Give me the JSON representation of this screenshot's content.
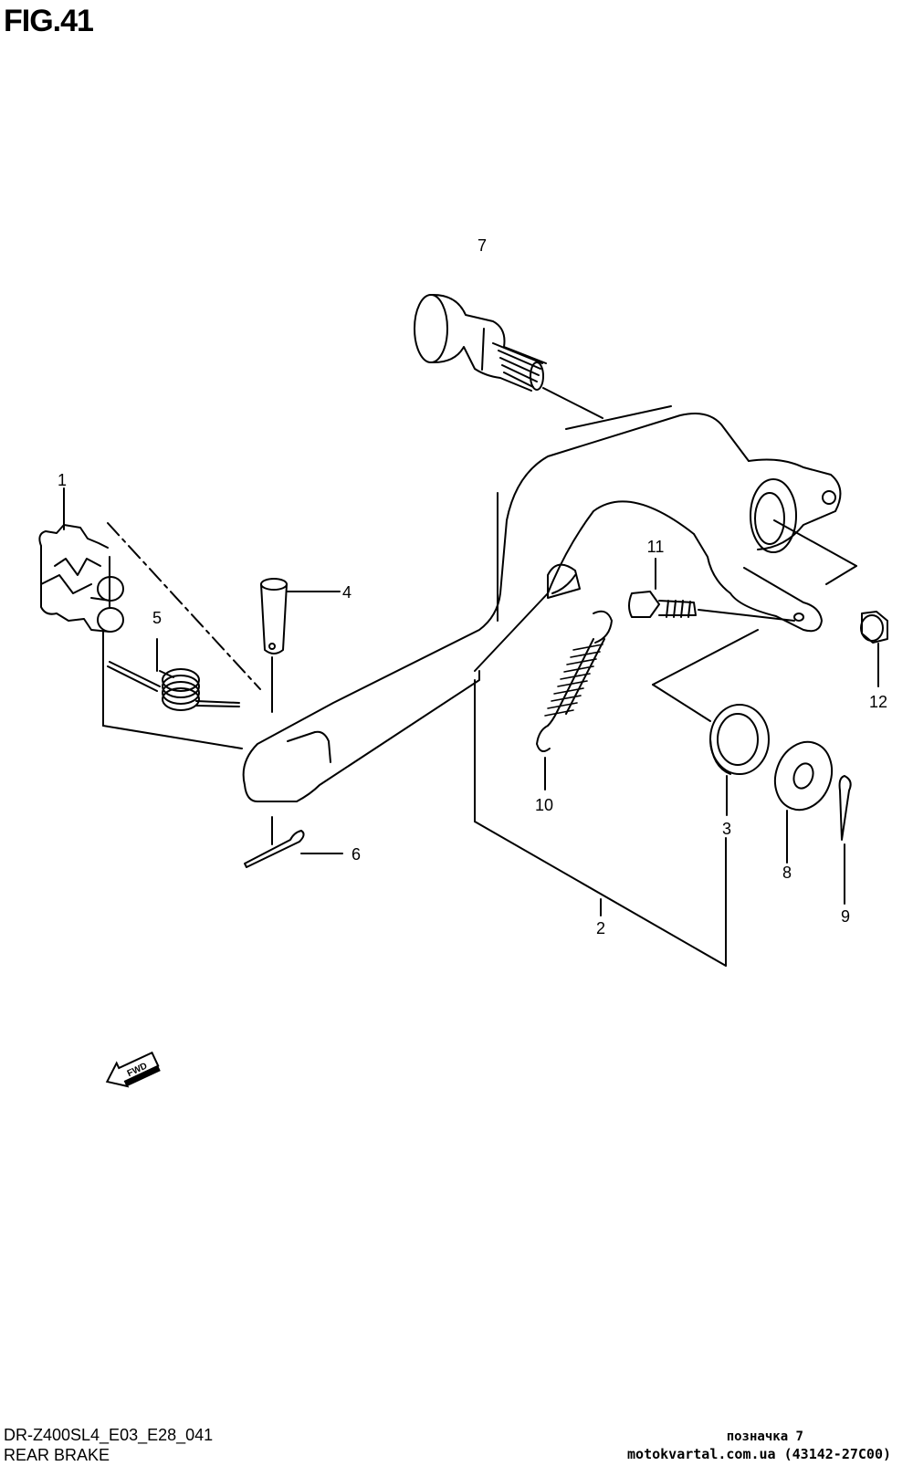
{
  "figure": {
    "title": "FIG.41",
    "code": "DR-Z400SL4_E03_E28_041",
    "name": "REAR BRAKE"
  },
  "callouts": [
    {
      "id": "1",
      "label": "1"
    },
    {
      "id": "2",
      "label": "2"
    },
    {
      "id": "3",
      "label": "3"
    },
    {
      "id": "4",
      "label": "4"
    },
    {
      "id": "5",
      "label": "5"
    },
    {
      "id": "6",
      "label": "6"
    },
    {
      "id": "7",
      "label": "7"
    },
    {
      "id": "8",
      "label": "8"
    },
    {
      "id": "9",
      "label": "9"
    },
    {
      "id": "10",
      "label": "10"
    },
    {
      "id": "11",
      "label": "11"
    },
    {
      "id": "12",
      "label": "12"
    }
  ],
  "fwd_arrow": {
    "label": "FWD",
    "icon": "fwd-arrow-icon"
  },
  "watermark": {
    "label": "позначка 7",
    "site": "motokvartal.com.ua (43142-27C00)"
  }
}
